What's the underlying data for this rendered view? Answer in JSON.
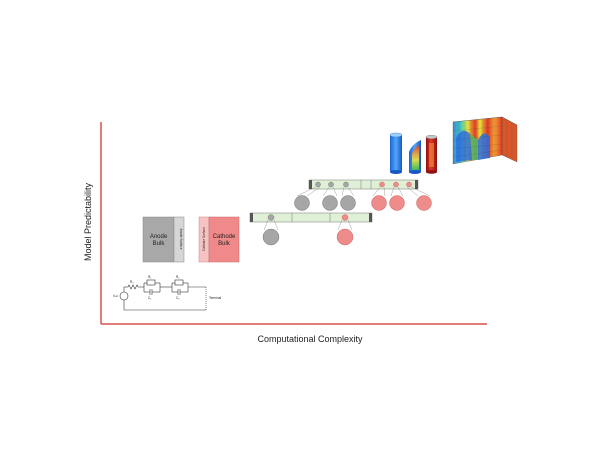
{
  "axes": {
    "x_label": "Computational Complexity",
    "y_label": "Model Predictability",
    "color": "#d9534f"
  },
  "blocks": {
    "anode_bulk": "Anode\nBulk",
    "anode_surface": "Anode Surface",
    "cathode_surface": "Cathode Surface",
    "cathode_bulk": "Cathode\nBulk"
  },
  "circuit": {
    "r0": "R₀",
    "r1": "R₁",
    "c1": "C₁",
    "r2": "R₂",
    "c2": "C₂",
    "voc": "Vₒc",
    "terminal": "Terminal"
  },
  "colors": {
    "anode": "#a8a8a8",
    "anode_surface": "#d6d6d6",
    "cathode": "#f08a8a",
    "cathode_surface": "#f7c2c2",
    "electrolyte": "#dff0d6",
    "particle_gray": "#a6a6a6",
    "particle_red": "#ee8c8c"
  }
}
